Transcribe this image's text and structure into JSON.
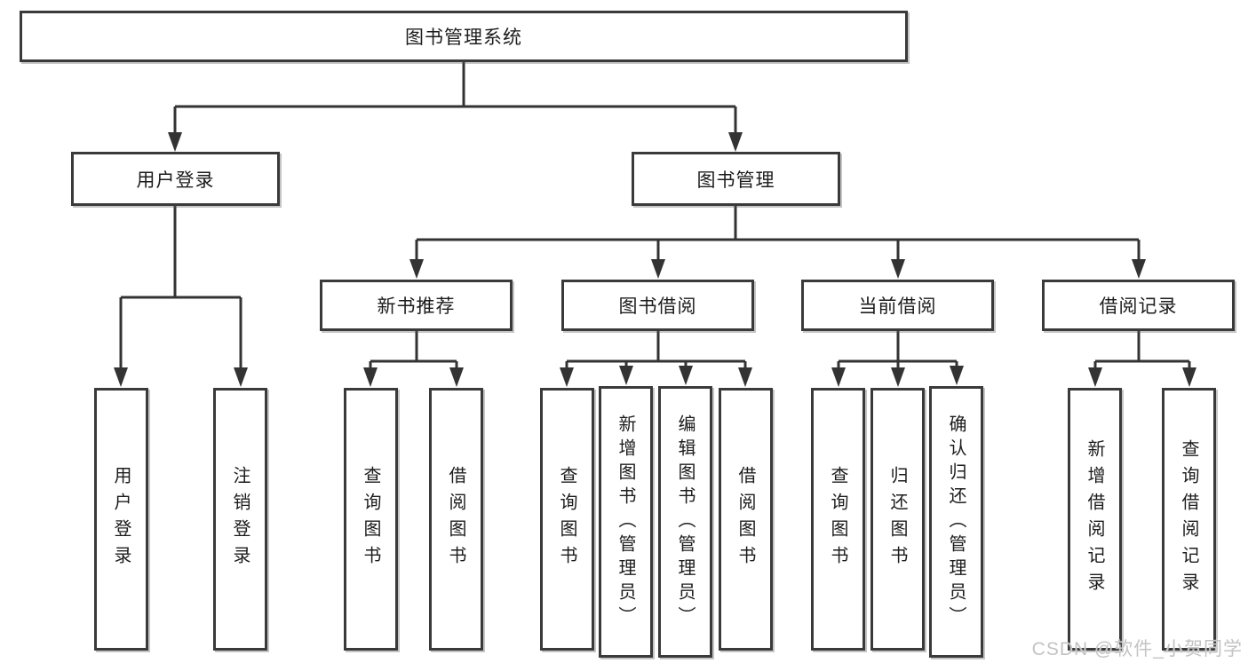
{
  "diagram": {
    "root": {
      "label": "图书管理系统"
    },
    "level2": [
      {
        "label": "用户登录"
      },
      {
        "label": "图书管理"
      }
    ],
    "level3": [
      {
        "label": "新书推荐"
      },
      {
        "label": "图书借阅"
      },
      {
        "label": "当前借阅"
      },
      {
        "label": "借阅记录"
      }
    ],
    "leaves": {
      "user": [
        "用户登录",
        "注销登录"
      ],
      "recommend": [
        "查询图书",
        "借阅图书"
      ],
      "borrow": [
        "查询图书",
        "新增图书（管理员）",
        "编辑图书（管理员）",
        "借阅图书"
      ],
      "current": [
        "查询图书",
        "归还图书",
        "确认归还（管理员）"
      ],
      "records": [
        "新增借阅记录",
        "查询借阅记录"
      ]
    }
  },
  "watermark": {
    "text": "CSDN @软件_小贺同学"
  },
  "colors": {
    "line": "#333333",
    "box_border": "#3a3a3a",
    "text": "#1c1c1c",
    "watermark": "#c3c3c3",
    "background": "#ffffff"
  }
}
